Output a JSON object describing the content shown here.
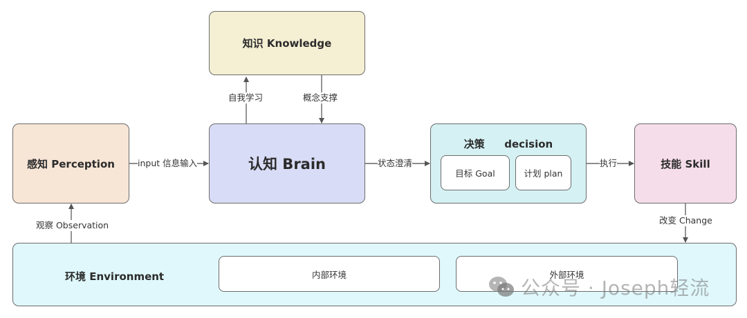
{
  "nodes": {
    "knowledge": {
      "label": "知识 Knowledge",
      "color": "#f5efd3"
    },
    "perception": {
      "label": "感知 Perception",
      "color": "#f7e5d6"
    },
    "brain": {
      "label": "认知 Brain",
      "color": "#d9dcf6"
    },
    "decision": {
      "label_cn": "决策",
      "label_en": "decision",
      "color": "#d5f1f3",
      "children": [
        {
          "label": "目标 Goal"
        },
        {
          "label": "计划 plan"
        }
      ]
    },
    "skill": {
      "label": "技能 Skill",
      "color": "#f5dde9"
    },
    "environment": {
      "label": "环境 Environment",
      "color": "#e0f8fb",
      "children": [
        {
          "label": "内部环境"
        },
        {
          "label": "外部环境"
        }
      ]
    }
  },
  "edges": {
    "self_learning": "自我学习",
    "concept_support": "概念支撑",
    "input": "input 信息输入",
    "state_clarify": "状态澄清",
    "execute": "执行",
    "observation": "观察 Observation",
    "change": "改变 Change"
  },
  "watermark": {
    "text": "公众号 · Joseph轻流",
    "icon": "wechat-icon"
  }
}
